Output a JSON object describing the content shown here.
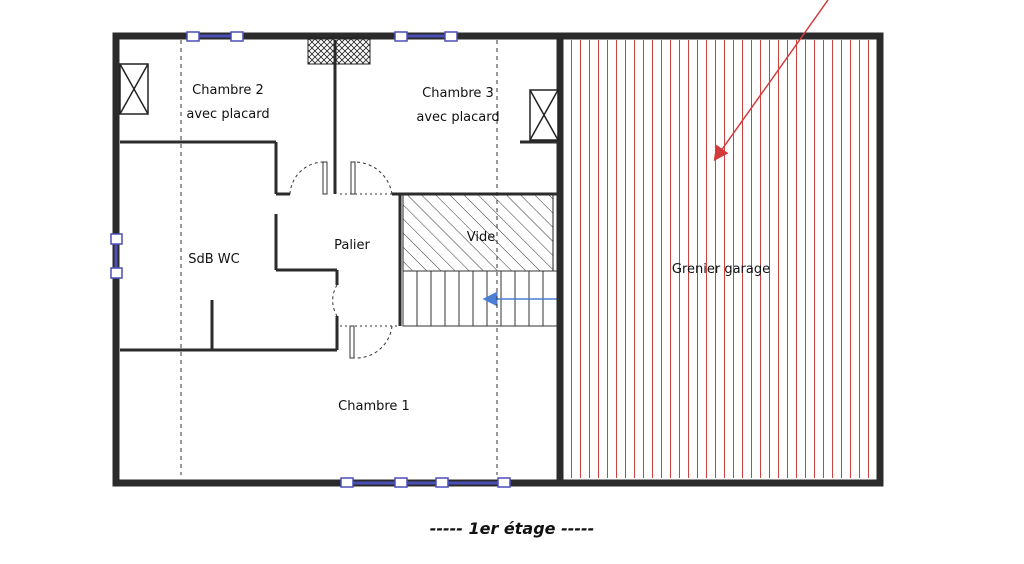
{
  "rooms": {
    "chambre2_line1": "Chambre 2",
    "chambre2_line2": "avec placard",
    "chambre3_line1": "Chambre 3",
    "chambre3_line2": "avec placard",
    "sdb": "SdB WC",
    "palier": "Palier",
    "vide": "Vide",
    "grenier": "Grenier garage",
    "chambre1": "Chambre 1"
  },
  "caption": "----- 1er étage -----",
  "colors": {
    "wall": "#2b2b2b",
    "hatch_red": "#d0403f",
    "arrow_red": "#d43a3a",
    "window_blue": "#4a4fb8",
    "stair_arrow_blue": "#4a7fd4"
  }
}
